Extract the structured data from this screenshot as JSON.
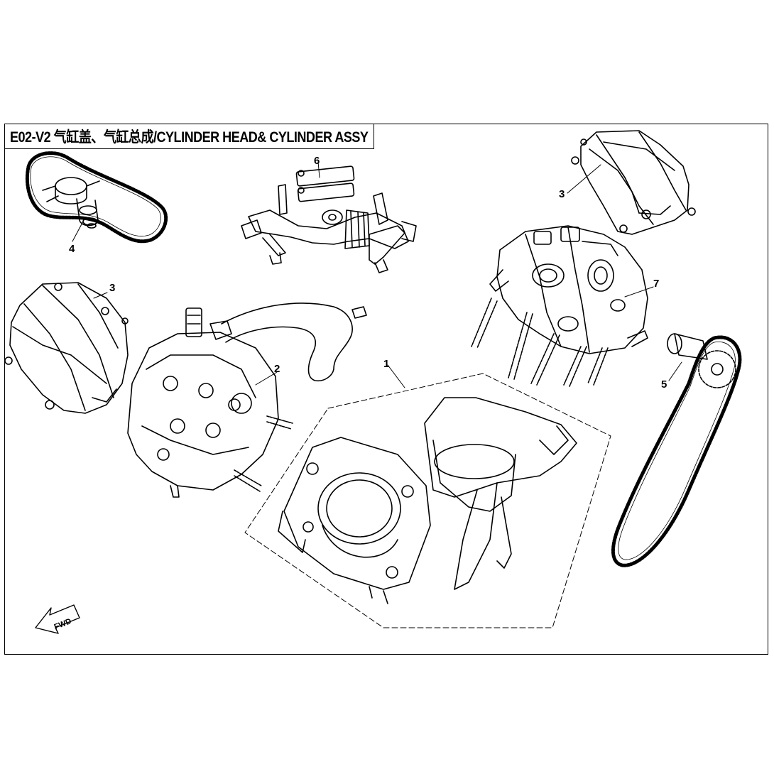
{
  "title": "E02-V2 气缸盖、气缸总成/CYLINDER HEAD& CYLINDER ASSY",
  "callouts": [
    {
      "id": "callout-1",
      "number": "1"
    },
    {
      "id": "callout-2",
      "number": "2"
    },
    {
      "id": "callout-3a",
      "number": "3"
    },
    {
      "id": "callout-3b",
      "number": "3"
    },
    {
      "id": "callout-4",
      "number": "4"
    },
    {
      "id": "callout-5",
      "number": "5"
    },
    {
      "id": "callout-6",
      "number": "6"
    },
    {
      "id": "callout-7",
      "number": "7"
    }
  ],
  "direction_arrow": {
    "label": "FWD",
    "icon": "fwd-arrow-icon"
  },
  "colors": {
    "line": "#000000",
    "background": "#ffffff"
  }
}
